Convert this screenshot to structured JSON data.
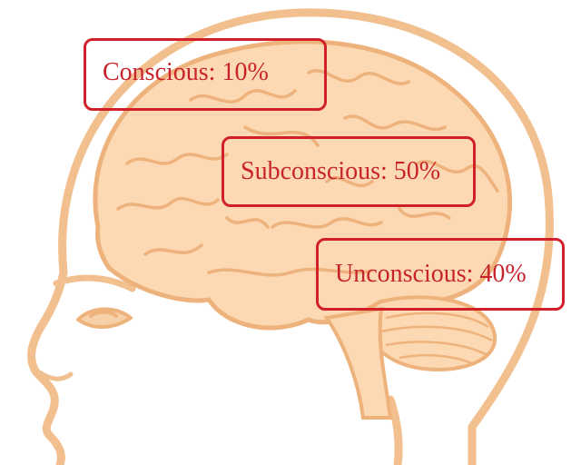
{
  "diagram": {
    "colors": {
      "skin": "#f8d0a8",
      "outline": "#f2bf8e",
      "brain_fill": "#fcd9b2",
      "brain_fold": "#eeb27c",
      "label_border": "#d0202a",
      "label_text": "#c8232c"
    },
    "labels": [
      {
        "text": "Conscious: 10%",
        "percent": 10
      },
      {
        "text": "Subconscious: 50%",
        "percent": 50
      },
      {
        "text": "Unconscious: 40%",
        "percent": 40
      }
    ]
  }
}
